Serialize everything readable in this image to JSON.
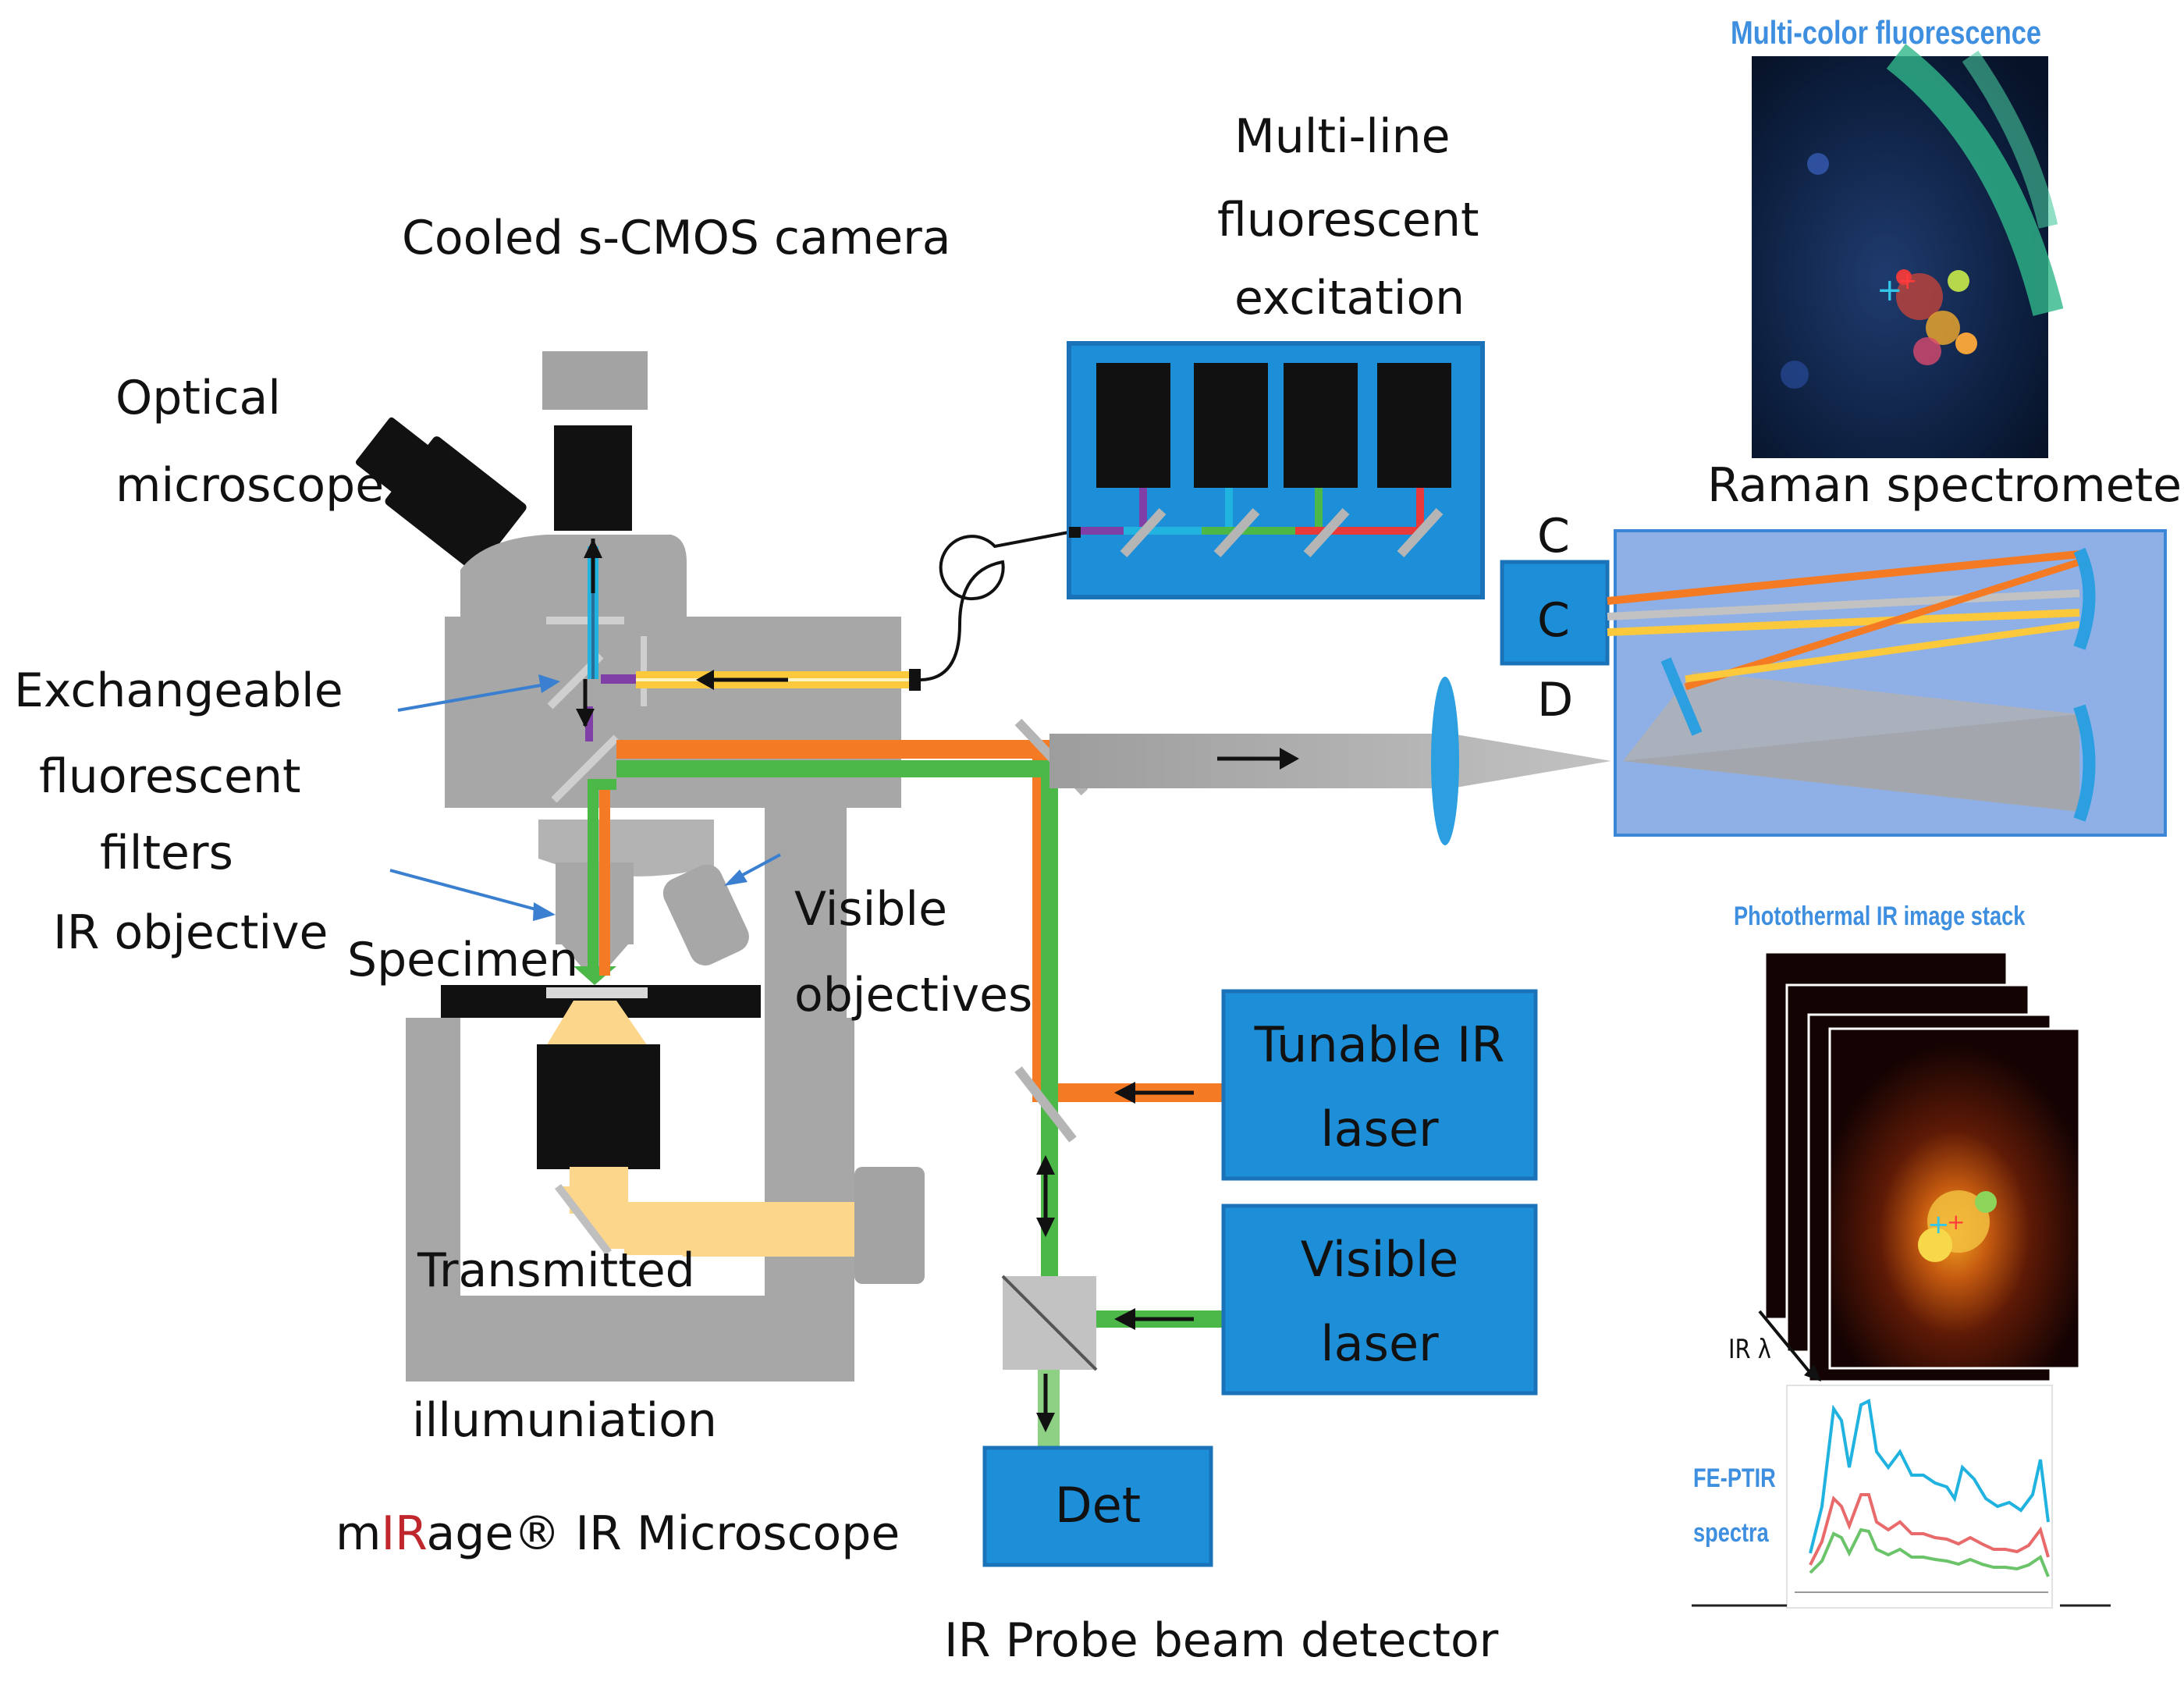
{
  "labels": {
    "camera": "Cooled s-CMOS camera",
    "optical_line1": "Optical",
    "optical_line2": "microscope",
    "multiline_1": "Multi-line",
    "multiline_2": "fluorescent",
    "multiline_3": "excitation",
    "exch_1": "Exchangeable",
    "exch_2": "fluorescent",
    "exch_3": "filters",
    "ir_objective": "IR objective",
    "specimen": "Specimen",
    "visible_obj_1": "Visible",
    "visible_obj_2": "objectives",
    "transmitted": "Transmitted",
    "illumination": "illumuniation",
    "mirage_prefix": "m",
    "mirage_ir": "IR",
    "mirage_suffix": "age® IR Microscope",
    "probe_detector": "IR Probe beam detector",
    "raman": "Raman spectrometer",
    "multicolor": "Multi-color fluorescence",
    "photothermal": "Photothermal IR image stack",
    "ir_lambda": "IR λ",
    "feptir_1": "FE-PTIR",
    "feptir_2": "spectra"
  },
  "ccd": [
    "C",
    "C",
    "D"
  ],
  "boxes": {
    "tunable_1": "Tunable IR",
    "tunable_2": "laser",
    "visible_1": "Visible",
    "visible_2": "laser",
    "det": "Det"
  },
  "colors": {
    "gray": "#a7a7a7",
    "dark_gray": "#8c8c8c",
    "box_blue": "#1d8fd8",
    "box_border": "#1262a8",
    "spec_bg": "#8fb0e6",
    "orange": "#f47a24",
    "green": "#4cb848",
    "yellow": "#fcc83c",
    "light_yellow": "#fcd68a",
    "cyan": "#21b3e0",
    "purple": "#7f3fa7",
    "red": "#e83a3a",
    "lens": "#2b9fe0"
  }
}
